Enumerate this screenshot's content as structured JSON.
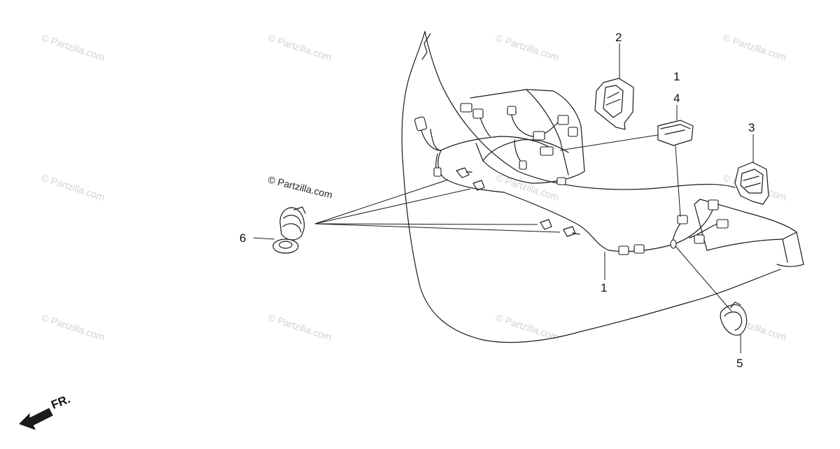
{
  "callouts": {
    "c1_top": "1",
    "c1_bottom": "1",
    "c2": "2",
    "c3": "3",
    "c4": "4",
    "c5": "5",
    "c6": "6"
  },
  "copyright_label": "© Partzilla.com",
  "watermark_text": "© Partzilla.com",
  "direction_label": "FR.",
  "colors": {
    "line": "#1a1a1a",
    "watermark": "#d2d2d2",
    "background": "#ffffff"
  }
}
